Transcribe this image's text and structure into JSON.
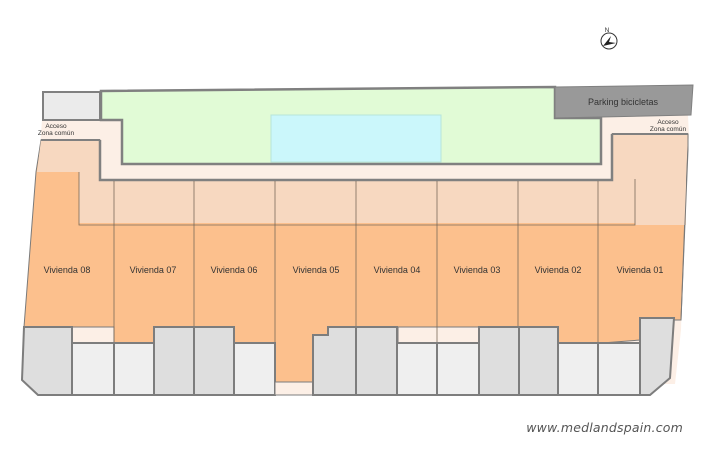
{
  "compass": {
    "label": "N"
  },
  "areas": {
    "bike_parking": {
      "label": "Parking bicicletas",
      "color": "#999999"
    },
    "garden": {
      "color": "#e1fbd6"
    },
    "pool": {
      "color": "#cbf7fb"
    },
    "common_access_left": {
      "label_line1": "Acceso",
      "label_line2": "Zona común"
    },
    "common_access_right": {
      "label_line1": "Acceso",
      "label_line2": "Zona común"
    },
    "utility_corner": {
      "color": "#ebebeb"
    }
  },
  "dwellings": [
    {
      "id": "08",
      "label": "Vivienda 08"
    },
    {
      "id": "07",
      "label": "Vivienda 07"
    },
    {
      "id": "06",
      "label": "Vivienda 06"
    },
    {
      "id": "05",
      "label": "Vivienda 05"
    },
    {
      "id": "04",
      "label": "Vivienda 04"
    },
    {
      "id": "03",
      "label": "Vivienda 03"
    },
    {
      "id": "02",
      "label": "Vivienda 02"
    },
    {
      "id": "01",
      "label": "Vivienda 01"
    }
  ],
  "colors": {
    "dwelling": "#fcc08d",
    "terrace": "#f7d8c0",
    "walkway": "#fcefe6",
    "wall": "#808080",
    "parking_dark": "#dedede",
    "parking_light": "#efefef"
  },
  "watermark": "www.medlandspain.com"
}
